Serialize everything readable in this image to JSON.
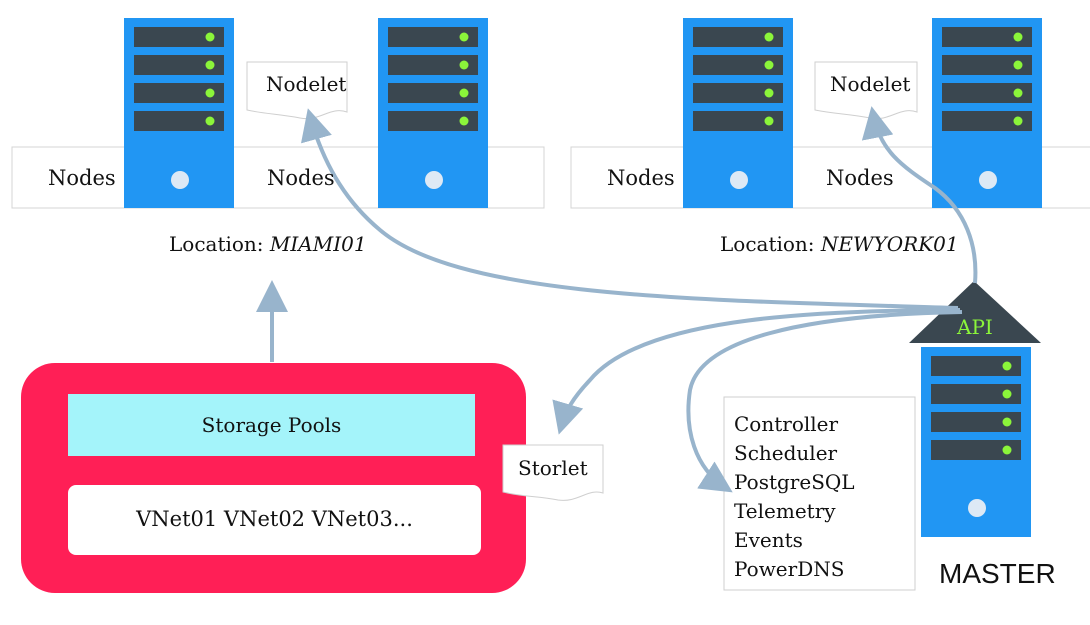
{
  "locations": [
    {
      "prefix": "Location: ",
      "name": "MIAMI01",
      "nodes_label": "Nodes",
      "nodelet_label": "Nodelet"
    },
    {
      "prefix": "Location: ",
      "name": "NEWYORK01",
      "nodes_label": "Nodes",
      "nodelet_label": "Nodelet"
    }
  ],
  "master": {
    "label": "MASTER",
    "api_label": "API",
    "services": [
      "Controller",
      "Scheduler",
      "PostgreSQL",
      "Telemetry",
      "Events",
      "PowerDNS"
    ]
  },
  "storage": {
    "pools_label": "Storage Pools",
    "vnets_label": "VNet01 VNet02 VNet03...",
    "storlet_label": "Storlet"
  },
  "colors": {
    "server": "#2196f3",
    "slot": "#3a4750",
    "led": "#8bf53a",
    "arrow": "#98b4cc",
    "storage_outer": "#ff1f56",
    "storage_pools": "#a4f4fa"
  }
}
